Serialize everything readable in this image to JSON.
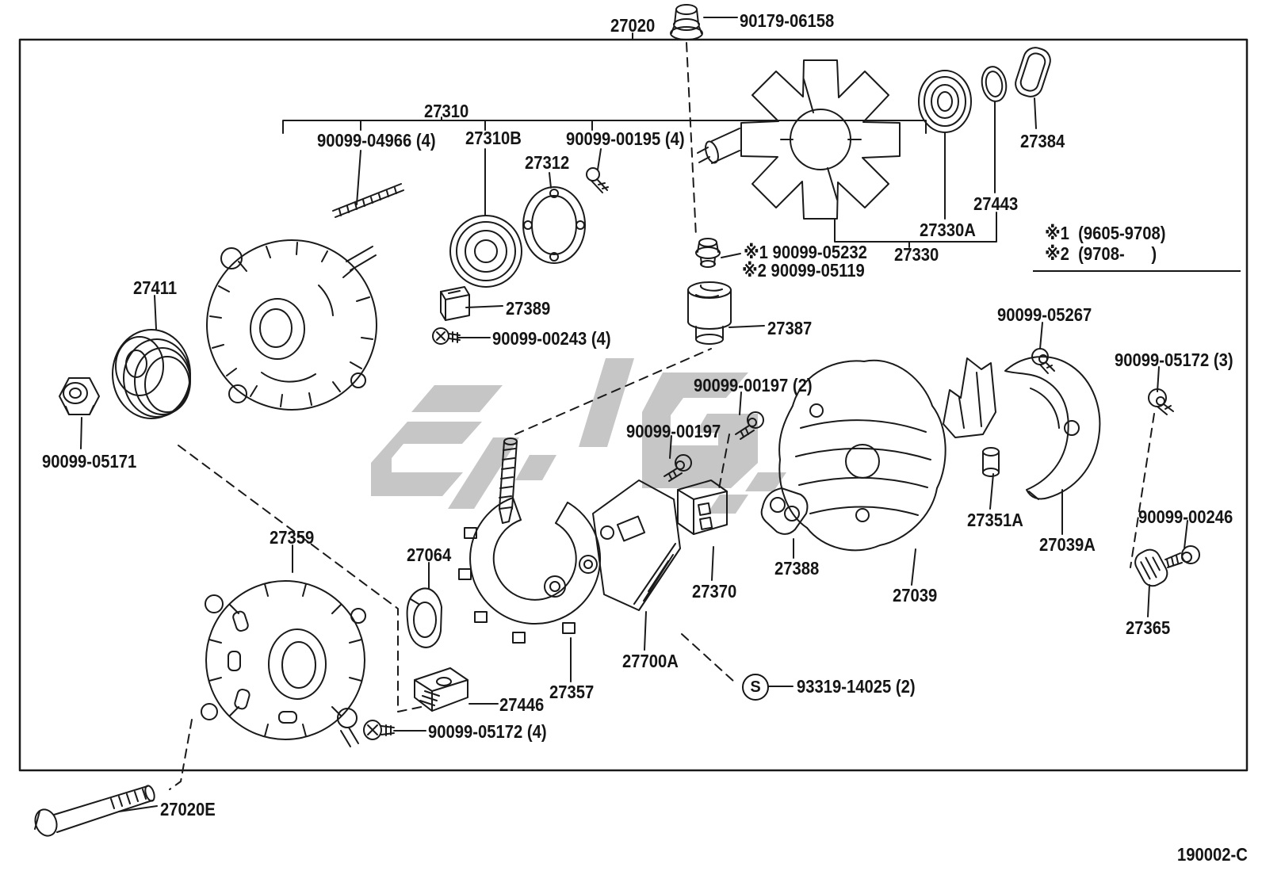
{
  "diagram": {
    "type": "exploded-parts-diagram",
    "subject": "alternator assembly",
    "drawing_number": "190002-C"
  },
  "labels": {
    "p27020": "27020",
    "n90179_06158": "90179-06158",
    "p27310": "27310",
    "n90099_04966": "90099-04966 (4)",
    "p27310b": "27310B",
    "n90099_00195": "90099-00195 (4)",
    "p27312": "27312",
    "p27384": "27384",
    "p27443": "27443",
    "p27330a": "27330A",
    "p27330": "27330",
    "note1": "※1  (9605-9708)",
    "note2": "※2  (9708-      )",
    "hw1": "※1 90099-05232",
    "hw2": "※2 90099-05119",
    "p27411": "27411",
    "p27389": "27389",
    "n90099_00243": "90099-00243 (4)",
    "p27387": "27387",
    "n90099_05171": "90099-05171",
    "n90099_05267": "90099-05267",
    "n90099_05172_3": "90099-05172 (3)",
    "n90099_00197_2": "90099-00197 (2)",
    "n90099_00197": "90099-00197",
    "p27351a": "27351A",
    "p27039a": "27039A",
    "n90099_00246": "90099-00246",
    "p27359": "27359",
    "p27064": "27064",
    "p27388": "27388",
    "p27370": "27370",
    "p27039": "27039",
    "p27365": "27365",
    "p27700a": "27700A",
    "p27357": "27357",
    "p27446": "27446",
    "n90099_05172_4": "90099-05172 (4)",
    "n93319_14025": "93319-14025 (2)",
    "p27020e": "27020E",
    "s_marker": "S",
    "drawing_number": "190002-C"
  },
  "colors": {
    "line": "#1a1a1a",
    "watermark": "#c6c6c6",
    "background": "#ffffff"
  }
}
